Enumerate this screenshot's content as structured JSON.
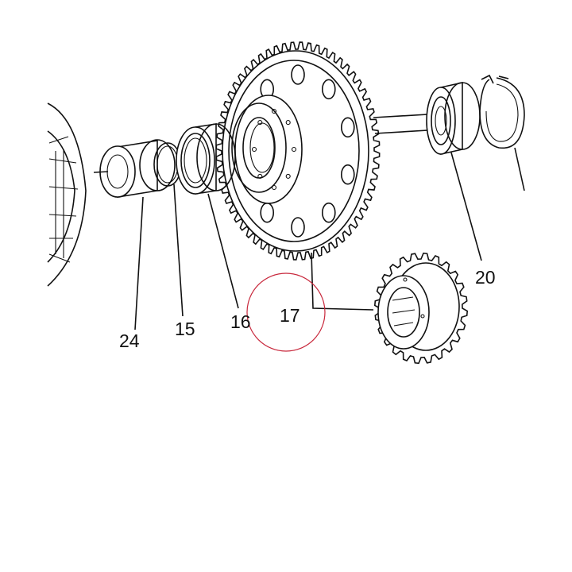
{
  "diagram": {
    "callouts": [
      {
        "id": "24",
        "text": "24"
      },
      {
        "id": "15",
        "text": "15"
      },
      {
        "id": "16",
        "text": "16"
      },
      {
        "id": "17",
        "text": "17"
      },
      {
        "id": "20",
        "text": "20"
      }
    ],
    "highlight_color": "#c8283c",
    "line_color": "#111111"
  }
}
